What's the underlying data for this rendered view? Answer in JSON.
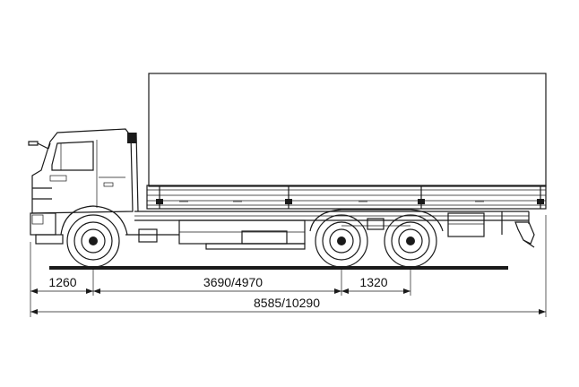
{
  "diagram": {
    "colors": {
      "line": "#1a1a1a",
      "background": "#ffffff"
    },
    "dimensions": {
      "front_overhang": "1260",
      "wheelbase": "3690/4970",
      "rear_axle_spacing": "1320",
      "overall_length": "8585/10290"
    }
  }
}
